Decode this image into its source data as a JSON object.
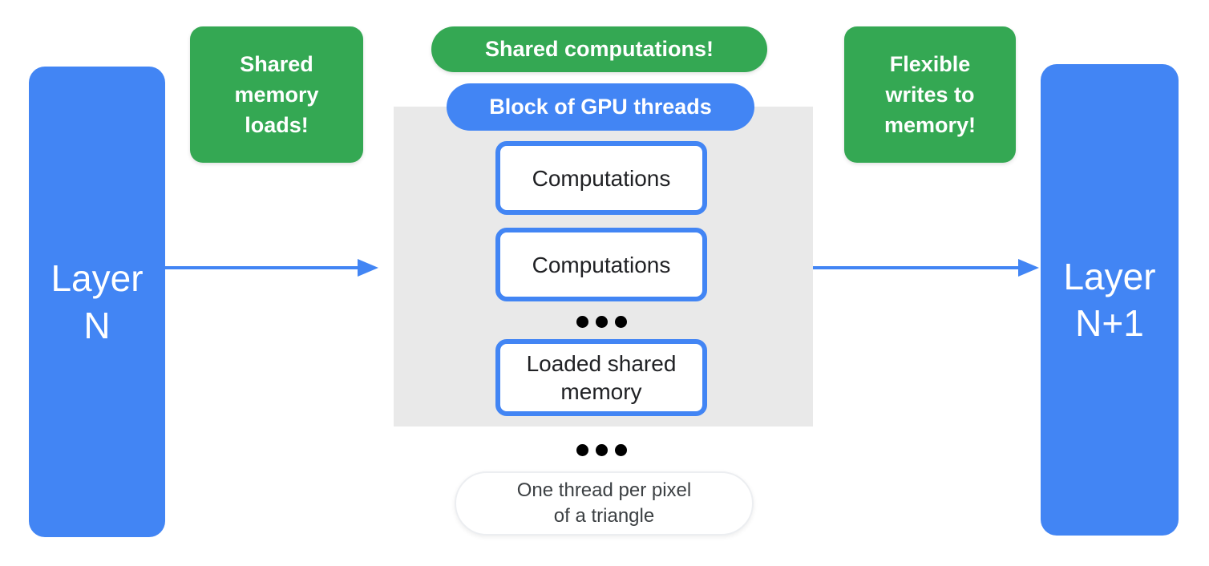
{
  "palette": {
    "blue": "#4285F4",
    "green": "#34A853",
    "block_gray": "#E9E9E9",
    "box_text_dark": "#202124",
    "note_text": "#3C4043",
    "dot_black": "#000000"
  },
  "left_layer": {
    "label": "Layer\nN"
  },
  "right_layer": {
    "label": "Layer\nN+1"
  },
  "callouts": {
    "shared_memory_loads": "Shared\nmemory\nloads!",
    "shared_computations": "Shared computations!",
    "flexible_writes": "Flexible\nwrites to\nmemory!"
  },
  "gpu_block": {
    "label": "Block of GPU threads",
    "computation_1": "Computations",
    "computation_2": "Computations",
    "loaded_shared_memory": "Loaded shared\nmemory"
  },
  "bottom_note": "One thread per pixel\nof a triangle"
}
